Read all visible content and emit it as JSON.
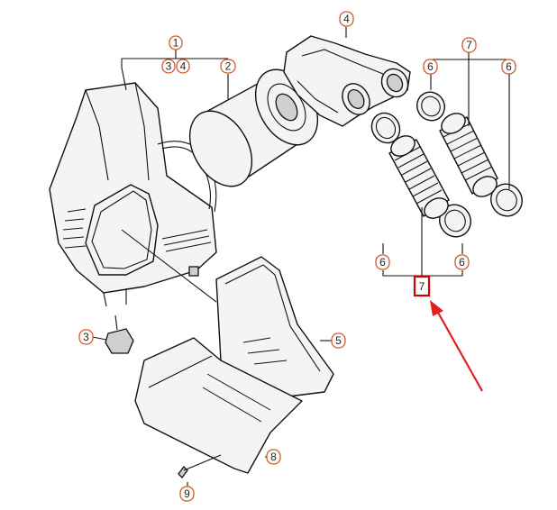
{
  "callouts": {
    "c1": "1",
    "c3a": "3",
    "c4a": "4",
    "c2": "2",
    "c4": "4",
    "c7top": "7",
    "c6a": "6",
    "c6b": "6",
    "c6c": "6",
    "c6d": "6",
    "c7bottom": "7",
    "c3": "3",
    "c5": "5",
    "c8": "8",
    "c9": "9"
  },
  "colors": {
    "callout_border": "#d05a2a",
    "highlight_box": "#d40000",
    "arrow": "#e02020",
    "line_art": "#111111"
  }
}
